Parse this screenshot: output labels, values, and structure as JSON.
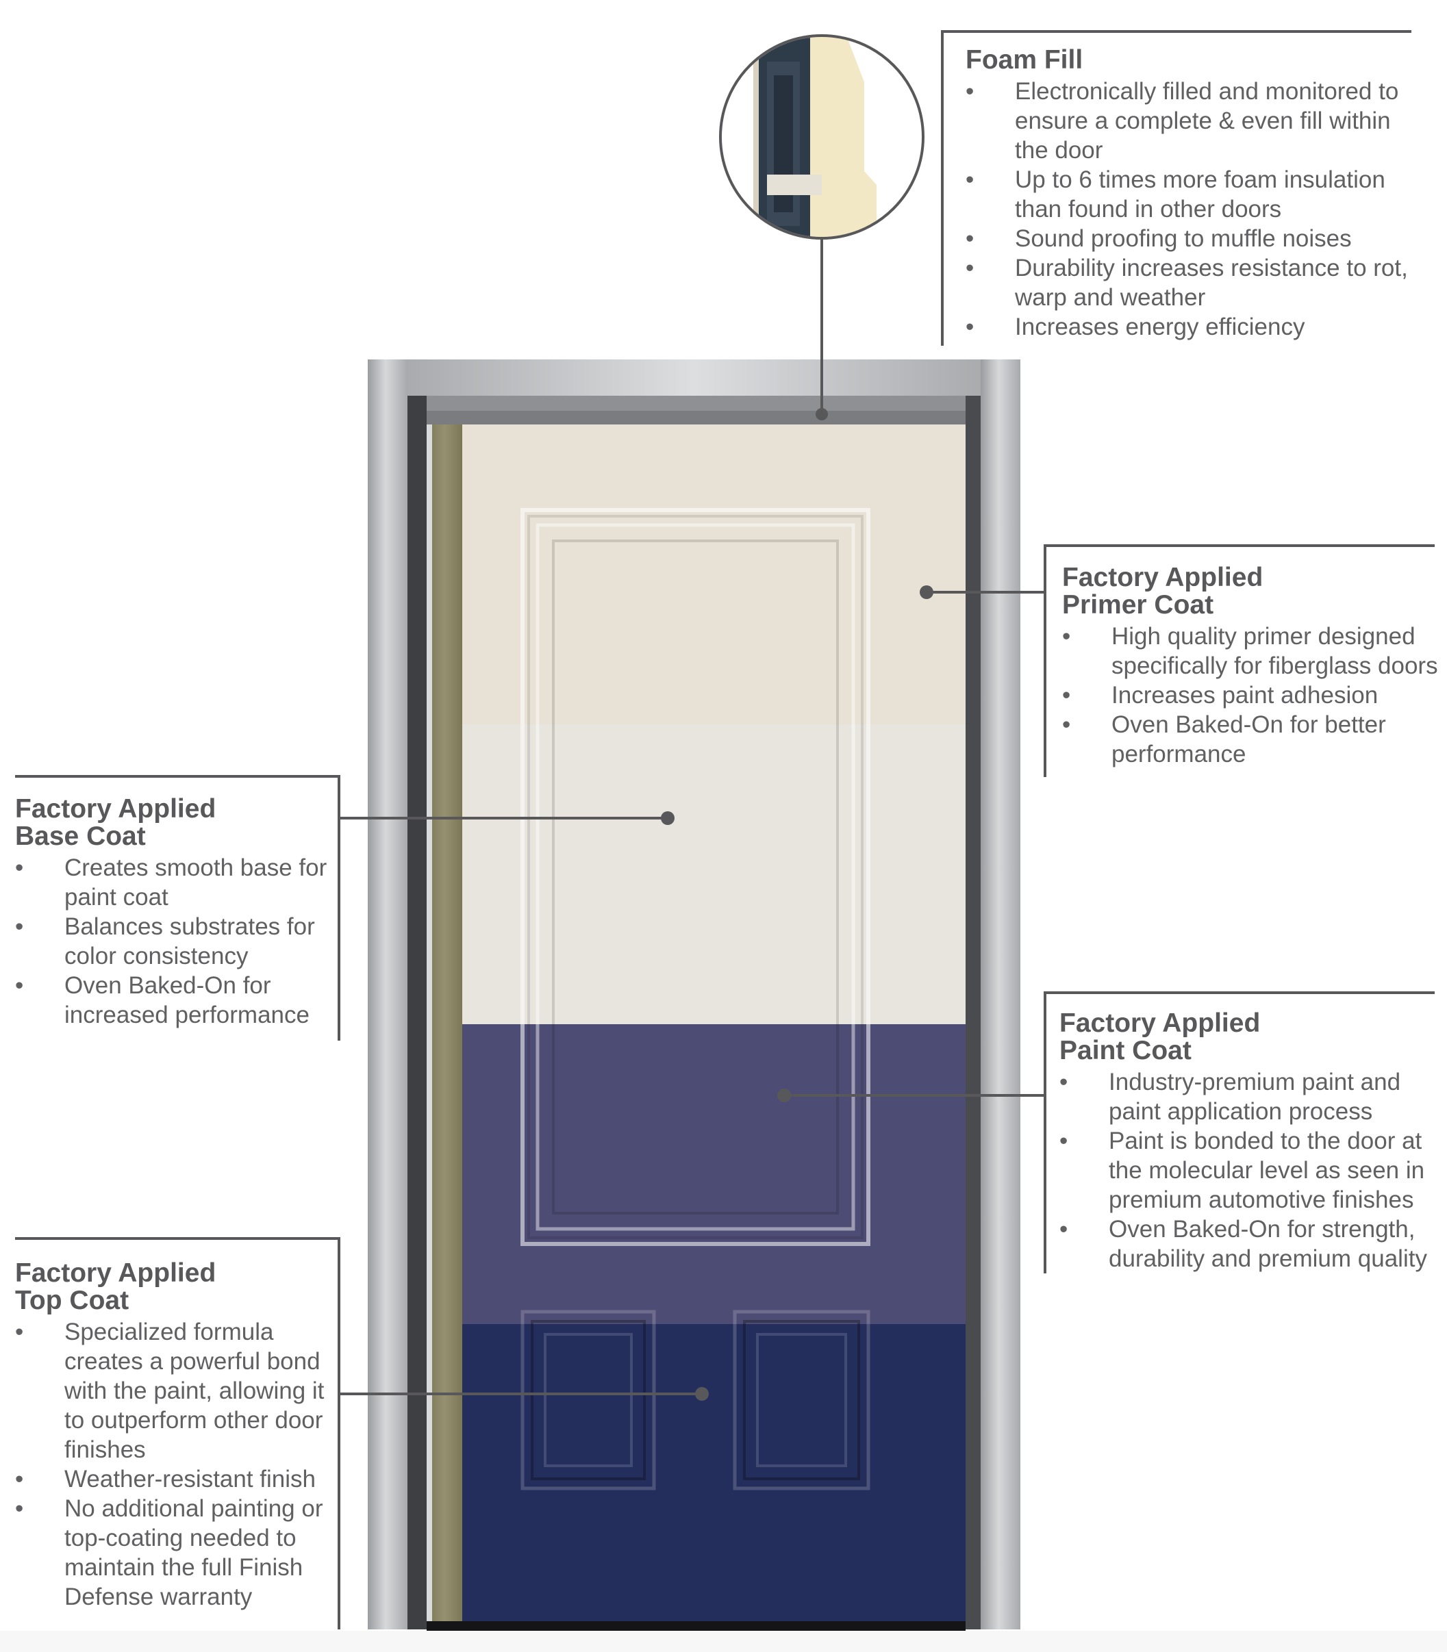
{
  "colors": {
    "frame": "#b9bbbe",
    "primer": "#e8e1d5",
    "base": "#e8e5df",
    "paint": "#4d4c74",
    "topcoat": "#242e5c",
    "foam_core": "#8a8563",
    "leader": "#58585a"
  },
  "callouts": {
    "foam_fill": {
      "title_lines": [
        "Foam Fill"
      ],
      "bullets": [
        "Electronically filled and monitored to ensure a complete & even fill within the door",
        "Up to 6 times more foam insulation than found in other doors",
        "Sound proofing to muffle noises",
        "Durability increases resistance to rot, warp and weather",
        "Increases energy efficiency"
      ]
    },
    "primer_coat": {
      "title_lines": [
        "Factory Applied",
        "Primer Coat"
      ],
      "bullets": [
        "High quality primer designed specifically for fiberglass doors",
        "Increases paint adhesion",
        "Oven Baked-On for better performance"
      ]
    },
    "base_coat": {
      "title_lines": [
        "Factory Applied",
        "Base Coat"
      ],
      "bullets": [
        "Creates smooth base for paint coat",
        "Balances substrates for color consistency",
        "Oven Baked-On for increased performance"
      ]
    },
    "paint_coat": {
      "title_lines": [
        "Factory Applied",
        "Paint Coat"
      ],
      "bullets": [
        "Industry-premium paint and paint application process",
        "Paint is bonded to the door at the molecular level as seen in premium automotive finishes",
        "Oven Baked-On for strength, durability and premium quality"
      ]
    },
    "top_coat": {
      "title_lines": [
        "Factory Applied",
        "Top Coat"
      ],
      "bullets": [
        "Specialized formula creates a powerful bond with the paint, allowing it to outperform other door finishes",
        "Weather-resistant finish",
        "No additional painting or top-coating needed to maintain the full Finish Defense warranty"
      ]
    }
  }
}
